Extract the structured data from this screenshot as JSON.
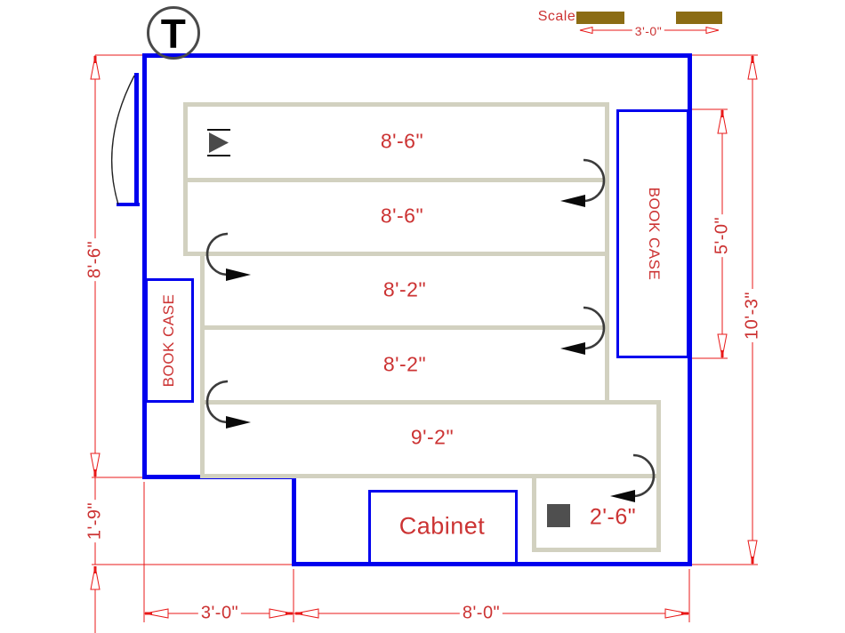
{
  "drawing": {
    "thermostat_symbol": "T",
    "scale_legend": {
      "title": "Scale",
      "length_label": "3'-0\""
    },
    "aisles": [
      {
        "label": "8'-6\""
      },
      {
        "label": "8'-6\""
      },
      {
        "label": "8'-2\""
      },
      {
        "label": "8'-2\""
      },
      {
        "label": "9'-2\""
      },
      {
        "label": "2'-6\""
      }
    ],
    "fixtures": {
      "left_bookcase": "BOOK CASE",
      "right_bookcase": "BOOK CASE",
      "cabinet": "Cabinet"
    },
    "dimensions": {
      "left_wall_height": "8'-6\"",
      "left_notch_height": "1'-9\"",
      "right_bookcase_length": "5'-0\"",
      "overall_depth": "10'-3\"",
      "notch_width": "3'-0\"",
      "main_width": "8'-0\""
    },
    "colors": {
      "wall_blue": "#0000ee",
      "dimension_red": "#e81818",
      "label_red": "#cc3333",
      "shelf_tan": "#d2d1c0",
      "scale_brown": "#8b6c14",
      "path_arrow_dark": "#3b3b3b"
    }
  }
}
